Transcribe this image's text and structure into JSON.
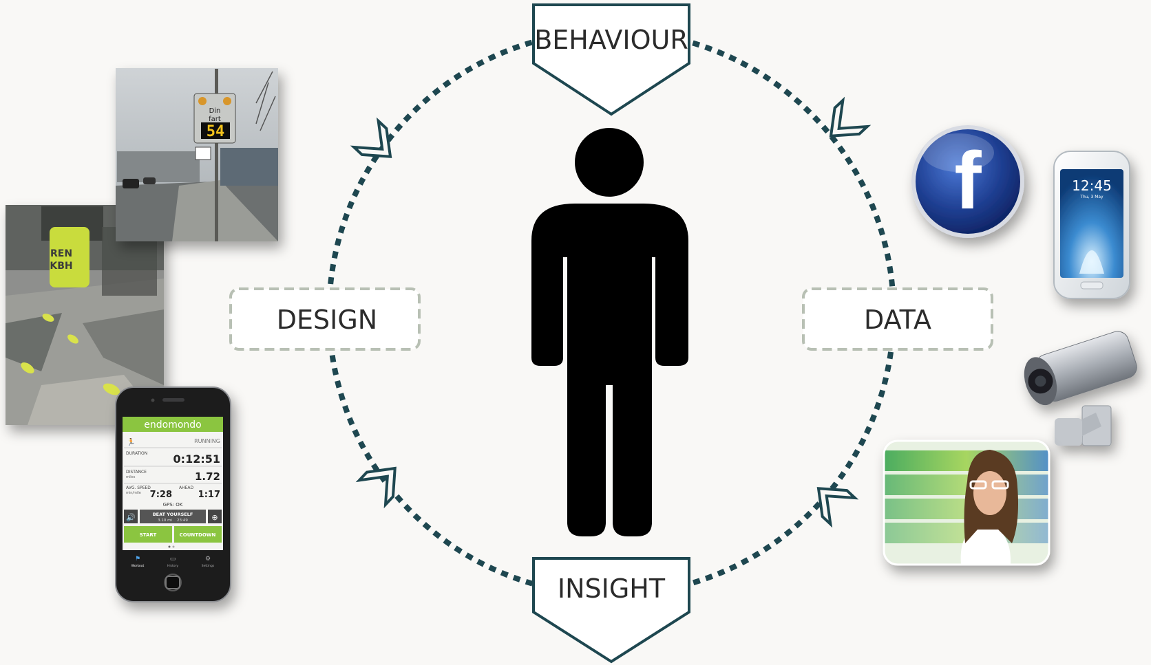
{
  "cycle": {
    "behaviour": "BEHAVIOUR",
    "data": "DATA",
    "insight": "INSIGHT",
    "design": "DESIGN"
  },
  "images": {
    "speed_sign": {
      "top": "Din",
      "bottom": "fart",
      "speed": "54"
    },
    "bin_sign": {
      "line1": "REN",
      "line2": "KBH"
    },
    "phone": {
      "time": "12:45",
      "date": "Thu, 3 May"
    },
    "facebook": {
      "letter": "f"
    },
    "app": {
      "brand": "endomondo",
      "mode": "RUNNING",
      "duration_label": "DURATION",
      "duration": "0:12:51",
      "distance_label": "DISTANCE",
      "distance_unit": "miles",
      "distance": "1.72",
      "speed_label": "AVG. SPEED",
      "speed_unit": "min/mile",
      "speed": "7:28",
      "ahead_label": "AHEAD",
      "ahead": "1:17",
      "gps": "GPS: OK",
      "beat": "BEAT YOURSELF",
      "beat_sub": "3.10 mi    23:49",
      "start": "START",
      "countdown": "COUNTDOWN",
      "tabs": [
        "Workout",
        "History",
        "Settings"
      ]
    }
  },
  "colors": {
    "ring": "#1e4750",
    "box_border": "#1e4750",
    "dashed_box": "#b8c0b4",
    "text": "#2b2b2b",
    "app_green": "#8bc53f"
  }
}
